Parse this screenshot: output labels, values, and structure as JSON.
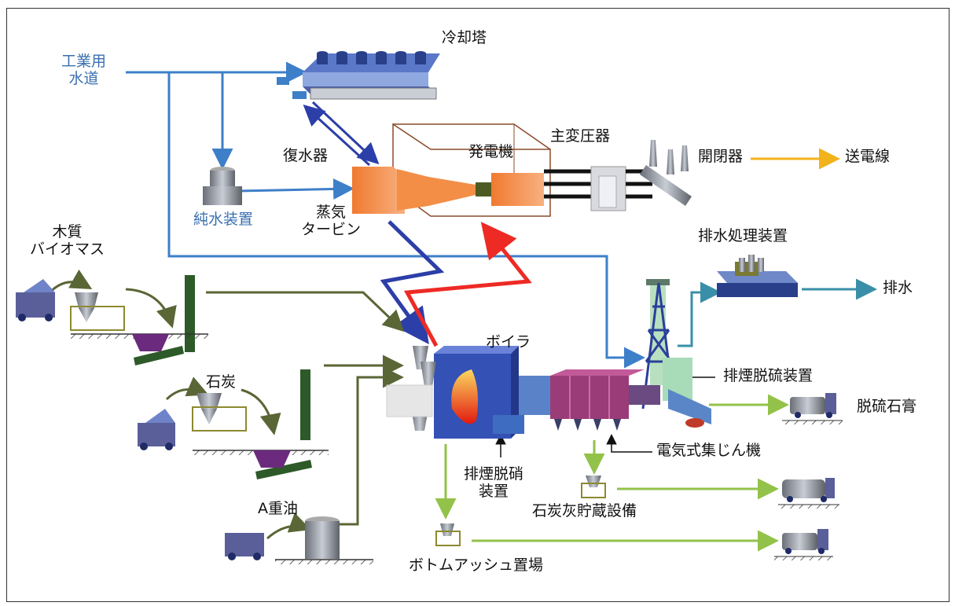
{
  "labels": {
    "industrial_water": [
      "工業用",
      "水道"
    ],
    "cooling_tower": "冷却塔",
    "condenser": "復水器",
    "generator": "発電機",
    "main_transformer": "主変圧器",
    "switchgear": "開閉器",
    "transmission_line": "送電線",
    "pure_water_device": "純水装置",
    "steam_turbine": [
      "蒸気",
      "タービン"
    ],
    "wastewater_treatment": "排水処理装置",
    "wastewater": "排水",
    "woody_biomass": [
      "木質",
      "バイオマス"
    ],
    "boiler": "ボイラ",
    "flue_gas_desulfurization": "排煙脱硫装置",
    "coal": "石炭",
    "desulfurized_gypsum": "脱硫石膏",
    "electrostatic_precipitator": "電気式集じん機",
    "flue_gas_denitration": [
      "排煙脱硝",
      "装置"
    ],
    "coal_ash_storage": "石炭灰貯蔵設備",
    "heavy_oil_a": "A重油",
    "bottom_ash_yard": "ボトムアッシュ置場"
  },
  "colors": {
    "water_line": "#3e7fc9",
    "steam_line": "#2c3ea8",
    "feed_line": "#ee2a24",
    "fuel_line": "#5a6635",
    "power_line": "#f2b21c",
    "drain_line": "#3a8fa8",
    "ash_line": "#93c24a",
    "turbine": "#f08a3e",
    "boiler": "#3451b5",
    "precipitator": "#9a3c78"
  }
}
